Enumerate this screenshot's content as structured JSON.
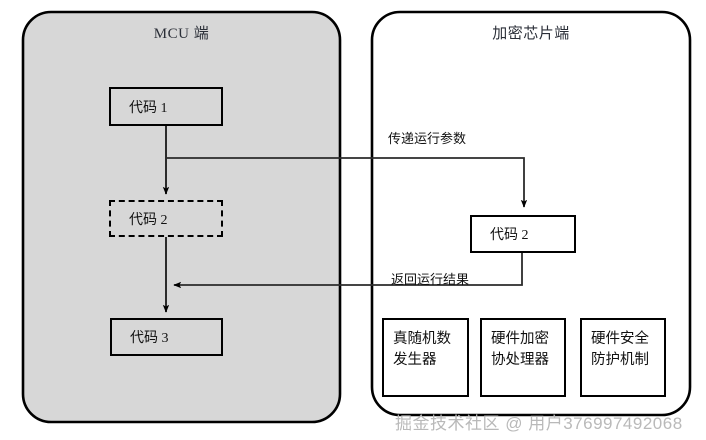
{
  "panels": {
    "mcu": {
      "title": "MCU 端",
      "fill": "#d7d7d7",
      "stroke": "#000000"
    },
    "chip": {
      "title": "加密芯片端",
      "fill": "#ffffff",
      "stroke": "#000000"
    }
  },
  "mcu_nodes": [
    {
      "id": "code1",
      "label": "代码 1",
      "style": "solid"
    },
    {
      "id": "code2",
      "label": "代码 2",
      "style": "dashed"
    },
    {
      "id": "code3",
      "label": "代码 3",
      "style": "solid"
    }
  ],
  "chip_nodes": [
    {
      "id": "chip-code2",
      "label": "代码 2",
      "style": "solid"
    }
  ],
  "chip_features": [
    {
      "id": "trng",
      "label": "真随机数发生器"
    },
    {
      "id": "crypto-coprocessor",
      "label": "硬件加密协处理器"
    },
    {
      "id": "hw-protection",
      "label": "硬件安全防护机制"
    }
  ],
  "edges": [
    {
      "id": "send-params",
      "label": "传递运行参数",
      "direction": "mcu-to-chip"
    },
    {
      "id": "return-result",
      "label": "返回运行结果",
      "direction": "chip-to-mcu"
    }
  ],
  "watermark": {
    "text": "掘金技术社区 @ 用户376997492068",
    "color": "#b9b9b9"
  }
}
